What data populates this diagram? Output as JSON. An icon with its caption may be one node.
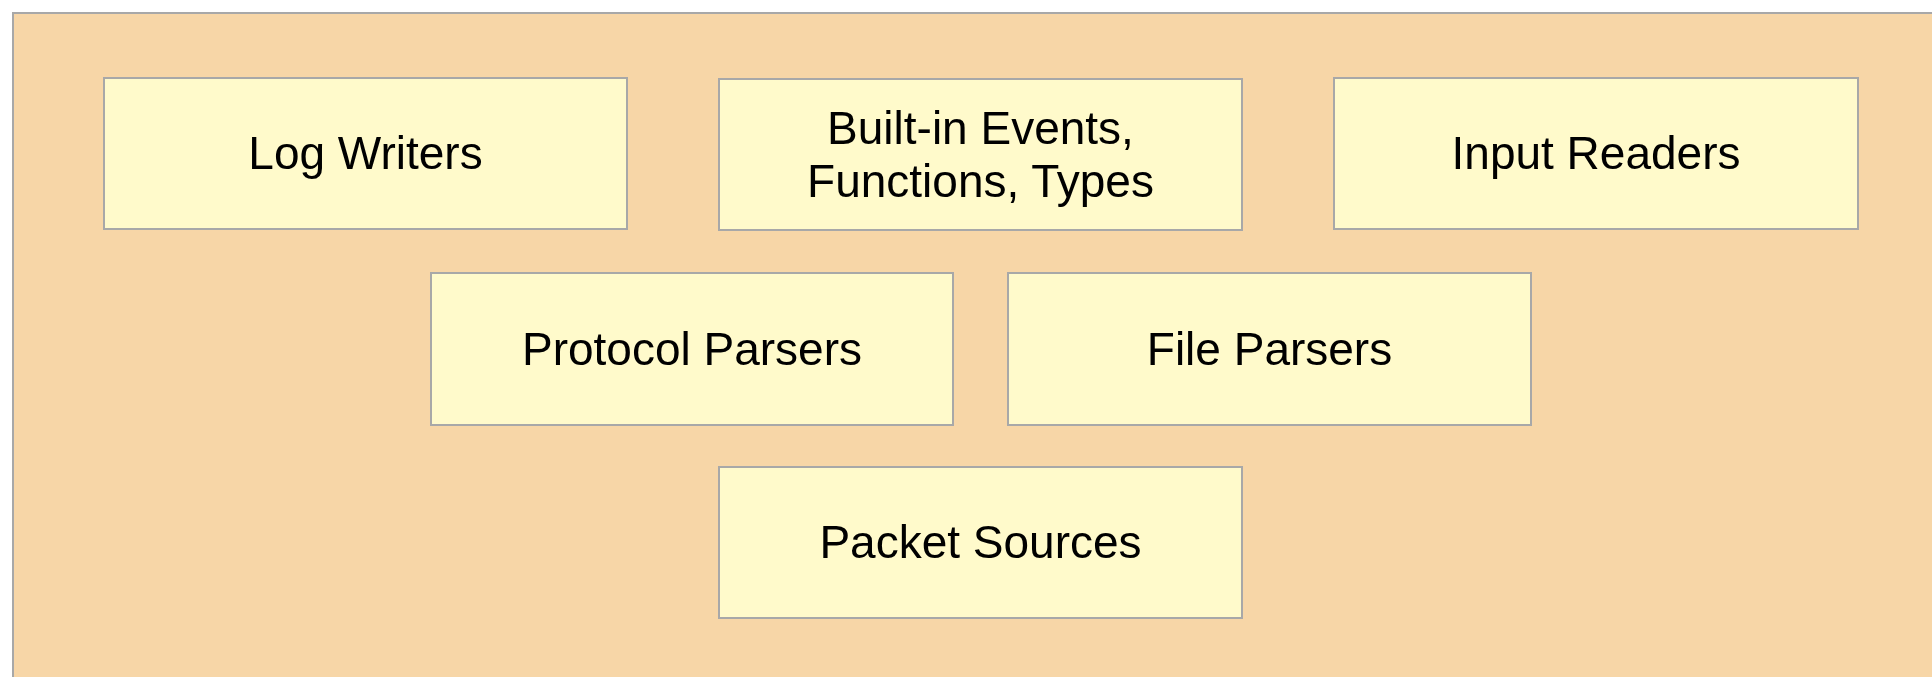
{
  "diagram": {
    "nodes": [
      {
        "text": [],
        "shape": "box"
      },
      {
        "text": [
          "Log Writers"
        ],
        "in": 0
      },
      {
        "text": [
          "Built-in Events, Functions, Types"
        ],
        "in": 0
      },
      {
        "text": [
          "Input Readers"
        ],
        "in": 0
      },
      {
        "text": [
          "Protocol Parsers"
        ],
        "in": 0
      },
      {
        "text": [
          "File Parsers"
        ],
        "in": 0
      },
      {
        "text": [
          "Packet Sources"
        ],
        "in": 0
      }
    ]
  }
}
